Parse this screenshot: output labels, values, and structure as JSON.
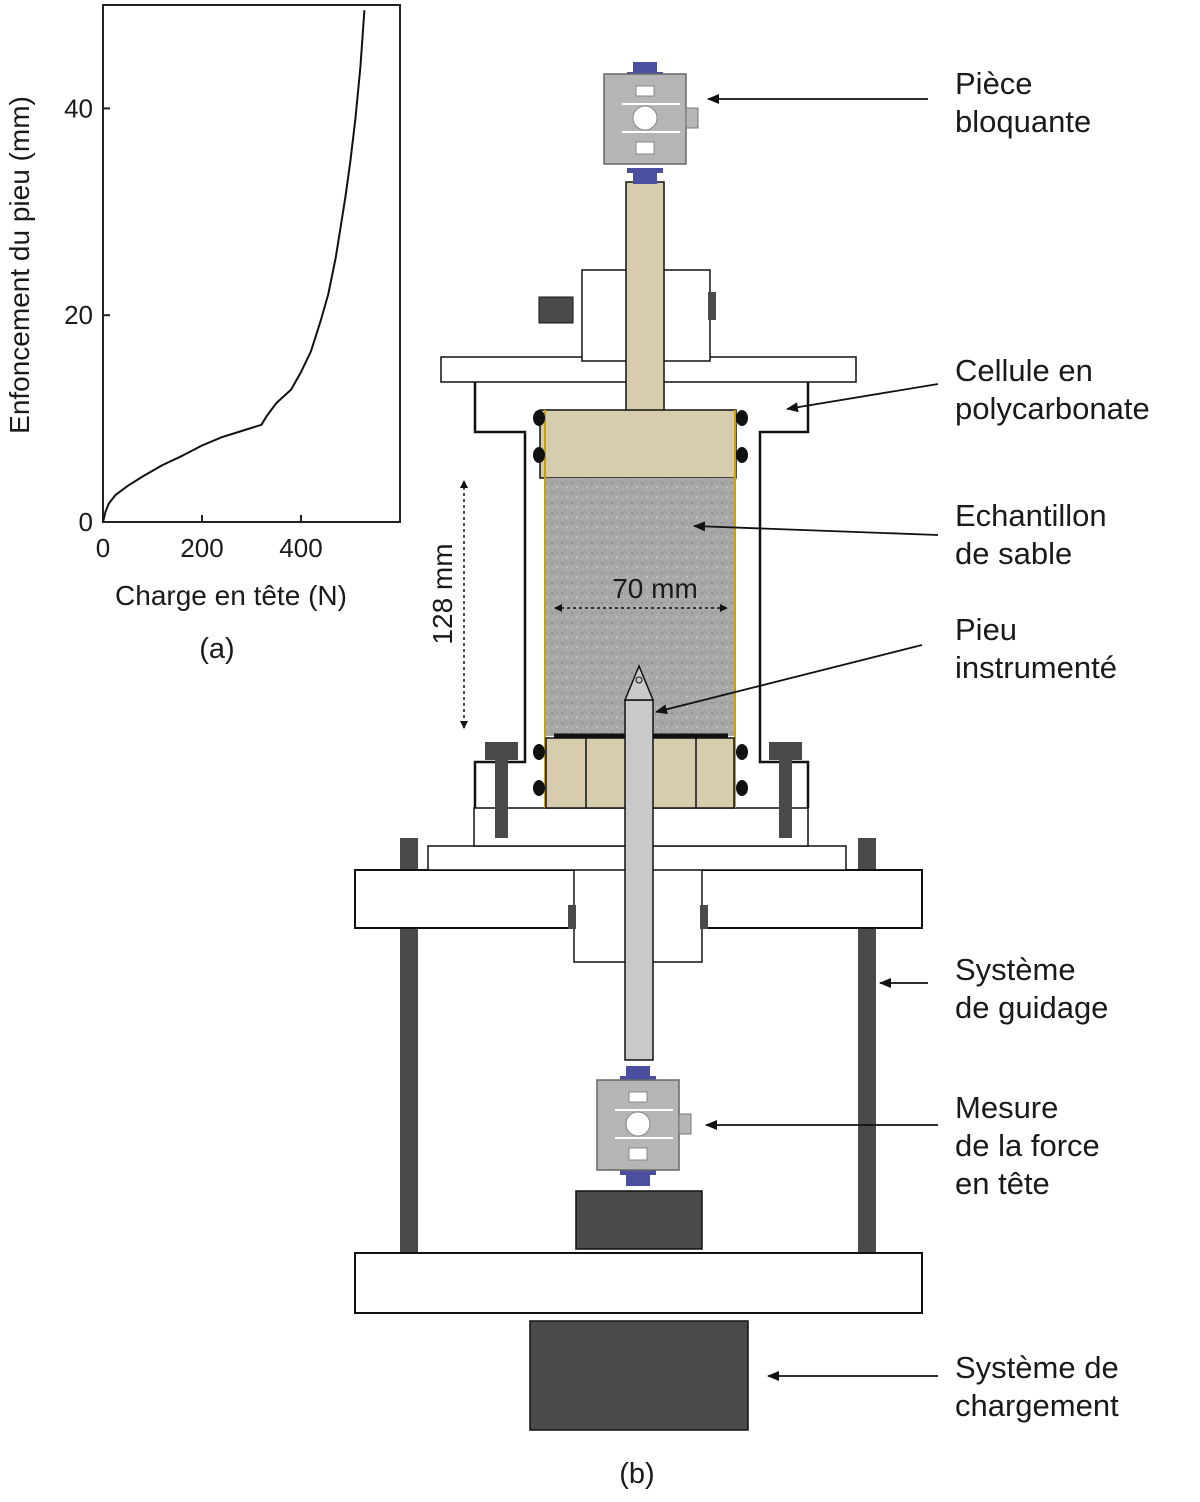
{
  "figure": {
    "panel_a_caption": "(a)",
    "panel_b_caption": "(b)"
  },
  "chart_data": {
    "type": "line",
    "xlabel": "Charge en tête (N)",
    "ylabel": "Enfoncement du pieu (mm)",
    "xlim": [
      0,
      600
    ],
    "ylim": [
      0,
      50
    ],
    "x_ticks": [
      "0",
      "200",
      "400"
    ],
    "y_ticks": [
      "0",
      "20",
      "40"
    ],
    "grid": false,
    "series": [
      {
        "x": [
          0,
          5,
          12,
          25,
          50,
          80,
          120,
          160,
          200,
          240,
          280,
          320,
          330,
          350,
          380,
          400,
          420,
          440,
          455,
          470,
          480,
          490,
          500,
          510,
          520,
          528
        ],
        "y": [
          0,
          1,
          1.8,
          2.6,
          3.5,
          4.4,
          5.5,
          6.4,
          7.4,
          8.2,
          8.8,
          9.4,
          10.2,
          11.5,
          12.8,
          14.5,
          16.5,
          19.5,
          22.0,
          25.5,
          28.5,
          31.5,
          35.0,
          39.0,
          44.0,
          49.5
        ]
      }
    ]
  },
  "diagram": {
    "labels": {
      "piece_bloquante": [
        "Pièce",
        "bloquante"
      ],
      "cellule": [
        "Cellule en",
        "polycarbonate"
      ],
      "echantillon": [
        "Echantillon",
        "de sable"
      ],
      "pieu": [
        "Pieu",
        "instrumenté"
      ],
      "guidage": [
        "Système",
        "de guidage"
      ],
      "mesure": [
        "Mesure",
        "de la force",
        "en tête"
      ],
      "chargement": [
        "Système de",
        "chargement"
      ]
    },
    "dimensions": {
      "width_label": "70 mm",
      "height_label": "128 mm"
    },
    "colors": {
      "piston": "#d8ccae",
      "sand": "#a9a9a9",
      "dark_block": "#4a4a4a",
      "pile": "#c9c9c9",
      "load_cell": "#b5b5b5",
      "bolt": "#4a4fa0"
    }
  }
}
